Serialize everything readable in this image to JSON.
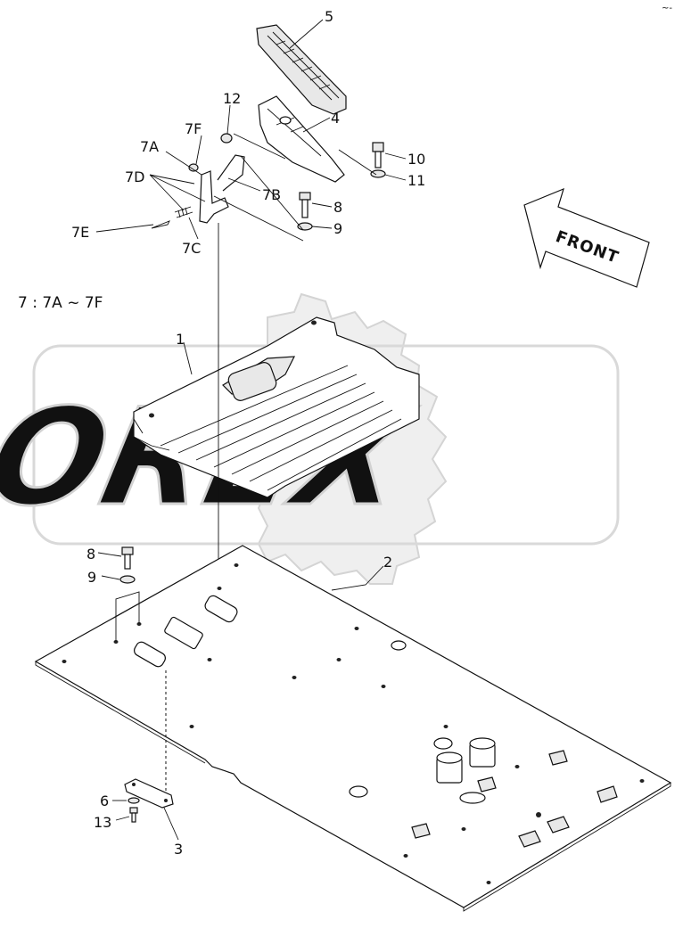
{
  "diagram": {
    "front_label": "FRONT",
    "kit_legend": "7 : 7A ~ 7F",
    "watermark_text": "OREX",
    "callouts": {
      "c1": "1",
      "c2": "2",
      "c3": "3",
      "c4": "4",
      "c5": "5",
      "c6": "6",
      "c7a": "7A",
      "c7b": "7B",
      "c7c": "7C",
      "c7d": "7D",
      "c7e": "7E",
      "c7f": "7F",
      "c8_top": "8",
      "c8_bottom": "8",
      "c9_top": "9",
      "c9_bottom": "9",
      "c10": "10",
      "c11": "11",
      "c12": "12",
      "c13": "13"
    },
    "corner_mark": "~-"
  }
}
